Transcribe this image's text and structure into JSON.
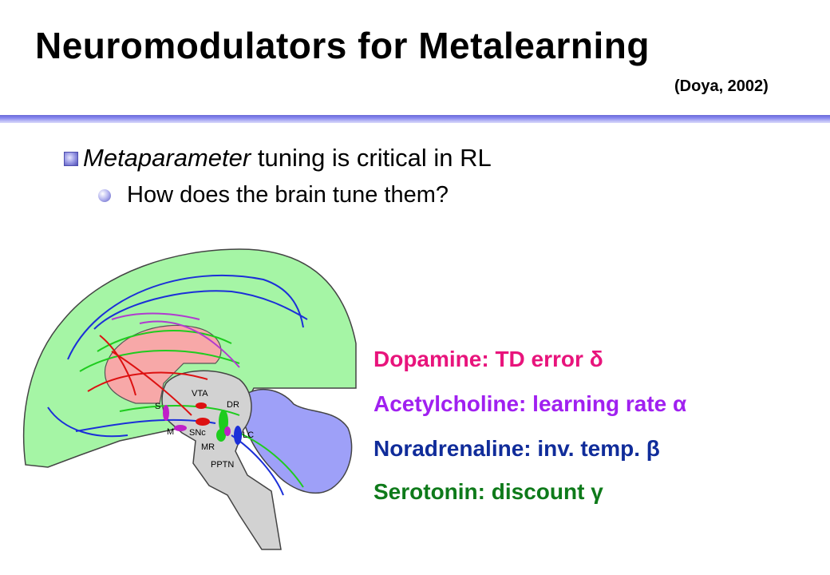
{
  "slide": {
    "title": "Neuromodulators for Metalearning",
    "citation": "(Doya, 2002)",
    "bullet1": {
      "emphasis": "Metaparameter",
      "rest": "tuning is critical in RL"
    },
    "bullet2": "How does the brain tune them?"
  },
  "neuromodulators": [
    {
      "text": "Dopamine: TD error δ",
      "color": "#e8147c"
    },
    {
      "text": "Acetylcholine: learning rate α",
      "color": "#a020f0"
    },
    {
      "text": "Noradrenaline: inv. temp. β",
      "color": "#102c9a"
    },
    {
      "text": "Serotonin: discount γ",
      "color": "#0e7a1a"
    }
  ],
  "brain_labels": {
    "vta": "VTA",
    "dr": "DR",
    "s": "S",
    "m": "M",
    "snc": "SNc",
    "lc": "LC",
    "mr": "MR",
    "pptn": "PPTN"
  }
}
